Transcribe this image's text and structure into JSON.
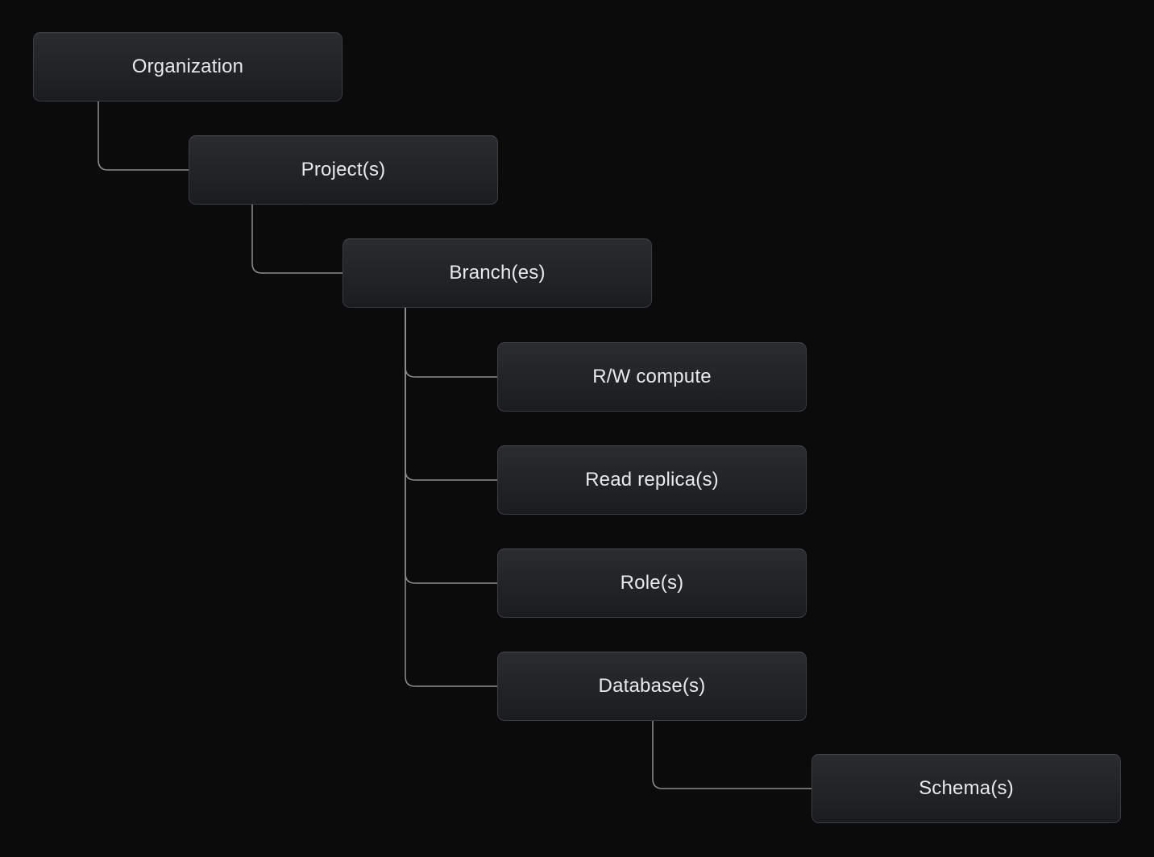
{
  "diagram": {
    "type": "hierarchy-tree",
    "nodes": [
      {
        "id": "organization",
        "label": "Organization",
        "parent": null
      },
      {
        "id": "projects",
        "label": "Project(s)",
        "parent": "organization"
      },
      {
        "id": "branches",
        "label": "Branch(es)",
        "parent": "projects"
      },
      {
        "id": "rw-compute",
        "label": "R/W compute",
        "parent": "branches"
      },
      {
        "id": "read-replicas",
        "label": "Read replica(s)",
        "parent": "branches"
      },
      {
        "id": "roles",
        "label": "Role(s)",
        "parent": "branches"
      },
      {
        "id": "databases",
        "label": "Database(s)",
        "parent": "branches"
      },
      {
        "id": "schemas",
        "label": "Schema(s)",
        "parent": "databases"
      }
    ],
    "colors": {
      "background": "#0b0b0c",
      "node_fill_top": "#2a2c30",
      "node_fill_bottom": "#1a1c1f",
      "node_border": "#3a3d42",
      "connector_line": "#8e8e8e",
      "text": "#e7e9eb"
    }
  }
}
